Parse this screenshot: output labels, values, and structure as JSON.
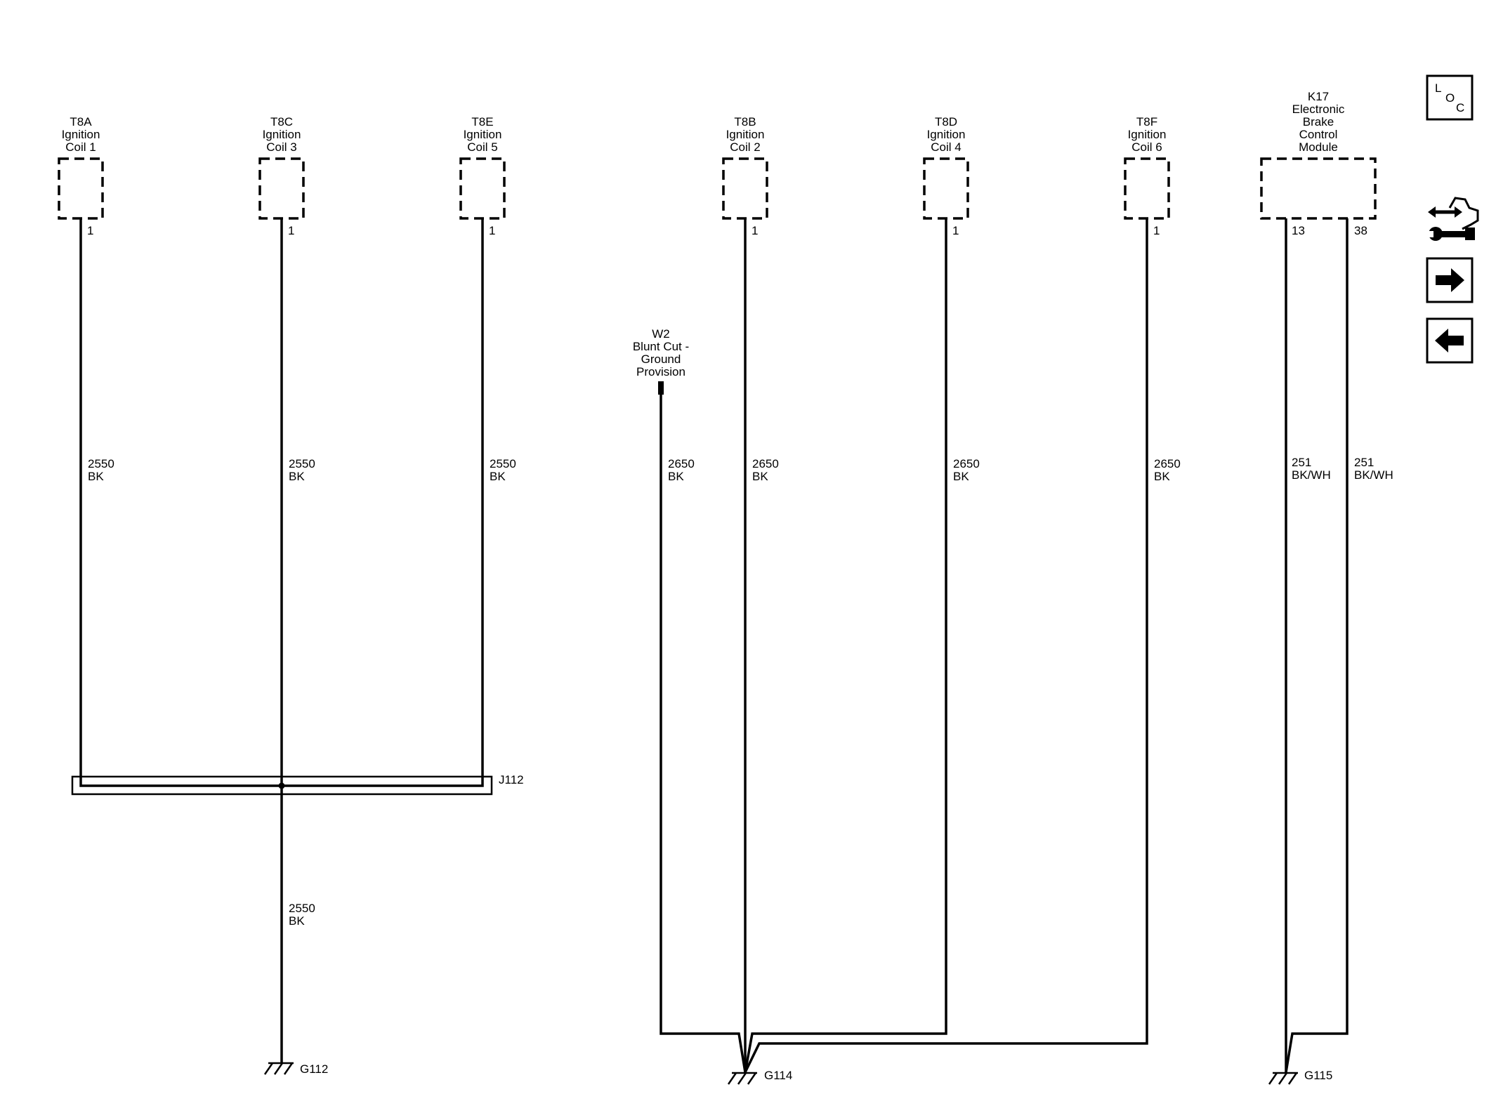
{
  "components": {
    "t8a": {
      "lines": [
        "T8A",
        "Ignition",
        "Coil 1"
      ],
      "pin": "1"
    },
    "t8c": {
      "lines": [
        "T8C",
        "Ignition",
        "Coil 3"
      ],
      "pin": "1"
    },
    "t8e": {
      "lines": [
        "T8E",
        "Ignition",
        "Coil 5"
      ],
      "pin": "1"
    },
    "t8b": {
      "lines": [
        "T8B",
        "Ignition",
        "Coil 2"
      ],
      "pin": "1"
    },
    "t8d": {
      "lines": [
        "T8D",
        "Ignition",
        "Coil 4"
      ],
      "pin": "1"
    },
    "t8f": {
      "lines": [
        "T8F",
        "Ignition",
        "Coil 6"
      ],
      "pin": "1"
    },
    "k17": {
      "lines": [
        "K17",
        "Electronic",
        "Brake",
        "Control",
        "Module"
      ],
      "pin_a": "13",
      "pin_b": "38"
    },
    "w2": {
      "lines": [
        "W2",
        "Blunt Cut -",
        "Ground",
        "Provision"
      ]
    }
  },
  "wires": {
    "t8a": {
      "circuit": "2550",
      "color": "BK"
    },
    "t8c": {
      "circuit": "2550",
      "color": "BK"
    },
    "t8e": {
      "circuit": "2550",
      "color": "BK"
    },
    "g112_feed": {
      "circuit": "2550",
      "color": "BK"
    },
    "w2": {
      "circuit": "2650",
      "color": "BK"
    },
    "t8b": {
      "circuit": "2650",
      "color": "BK"
    },
    "t8d": {
      "circuit": "2650",
      "color": "BK"
    },
    "t8f": {
      "circuit": "2650",
      "color": "BK"
    },
    "k17_a": {
      "circuit": "251",
      "color": "BK/WH"
    },
    "k17_b": {
      "circuit": "251",
      "color": "BK/WH"
    }
  },
  "splice": {
    "label": "J112"
  },
  "grounds": {
    "g112": "G112",
    "g114": "G114",
    "g115": "G115"
  },
  "toolbar": {
    "loc": {
      "l": "L",
      "o": "O",
      "c": "C"
    },
    "icons": [
      "loc-icon",
      "connector-wrench-icon",
      "arrow-right-icon",
      "arrow-left-icon"
    ]
  }
}
